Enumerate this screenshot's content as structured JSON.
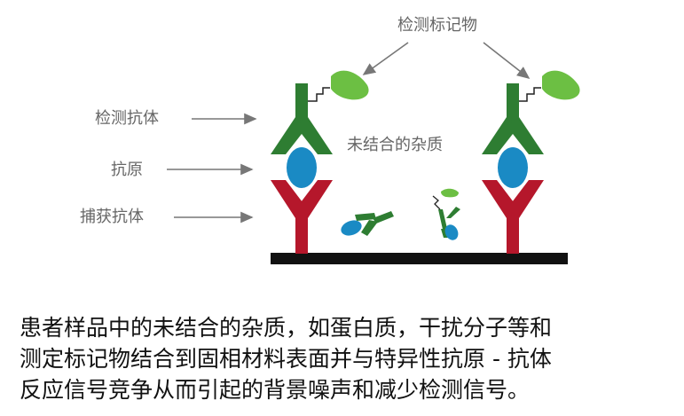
{
  "labels": {
    "detection_marker": "检测标记物",
    "detection_antibody": "检测抗体",
    "antigen": "抗原",
    "capture_antibody": "捕获抗体",
    "unbound_impurity": "未结合的杂质"
  },
  "caption": {
    "line1": "患者样品中的未结合的杂质，如蛋白质，干扰分子等和",
    "line2": "测定标记物结合到固相材料表面并与特异性抗原 - 抗体",
    "line3": "反应信号竞争从而引起的背景噪声和减少检测信号。"
  },
  "colors": {
    "detection_antibody": "#2e7d32",
    "marker": "#6cbf43",
    "antigen": "#1a8ac4",
    "capture_antibody": "#b5172b",
    "surface": "#111111",
    "label_text": "#666666",
    "arrow": "#777777"
  }
}
